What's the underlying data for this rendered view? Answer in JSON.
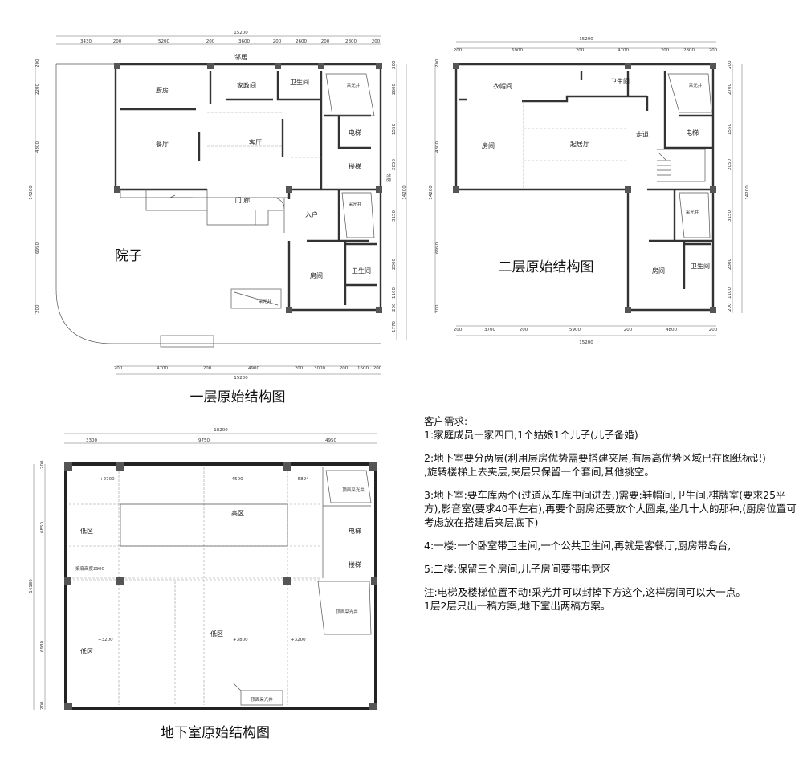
{
  "floor1": {
    "title": "一层原始结构图",
    "yard": "院子",
    "neighbor": "邻居",
    "rooms": [
      "厨房",
      "家政间",
      "卫生间",
      "采光井",
      "电梯",
      "餐厅",
      "客厅",
      "楼梯",
      "门 廊",
      "入户",
      "采光井",
      "房间",
      "卫生间",
      "采光井"
    ],
    "side_label": "邻居",
    "dims_top": [
      "3430",
      "200",
      "5200",
      "200",
      "3600",
      "200",
      "2600",
      "200",
      "2800",
      "200"
    ],
    "dims_top_total": "15200",
    "dims_bottom": [
      "200",
      "4700",
      "200",
      "4900",
      "200",
      "3000",
      "200",
      "1600",
      "200"
    ],
    "dims_bottom_total": "15200",
    "dims_left": [
      "200",
      "2200",
      "4300",
      "6950",
      "200"
    ],
    "dims_left_total": "14200",
    "dims_right": [
      "200",
      "2600",
      "1550",
      "2050",
      "3150",
      "2300",
      "1100",
      "200",
      "1770"
    ],
    "dims_right_total": "14200"
  },
  "floor2": {
    "title": "二层原始结构图",
    "rooms": [
      "衣帽间",
      "卫生间",
      "采光井",
      "电梯",
      "走道",
      "房间",
      "起居厅",
      "采光井",
      "房间",
      "卫生间"
    ],
    "dims_top": [
      "200",
      "6900",
      "200",
      "4700",
      "200",
      "2800",
      "200"
    ],
    "dims_top_total": "15200",
    "dims_bottom": [
      "200",
      "3700",
      "200",
      "5900",
      "200",
      "4800",
      "200"
    ],
    "dims_bottom_total": "15200",
    "dims_left": [
      "200",
      "4300",
      "6950",
      "200"
    ],
    "dims_left_total": "14200",
    "dims_right": [
      "200",
      "2700",
      "1550",
      "2050",
      "3150",
      "2300",
      "1100",
      "200"
    ],
    "dims_right_total": "14200"
  },
  "basement": {
    "title": "地下室原始结构图",
    "rooms": [
      "顶面采光井",
      "高区",
      "低区",
      "电梯",
      "楼梯",
      "低区",
      "顶面采光井",
      "低区",
      "顶面采光井"
    ],
    "beam_label": "梁底高度2900",
    "levels": [
      "+2700",
      "+4500",
      "+5894",
      "+3200",
      "+3800",
      "+3200"
    ],
    "dims_top": [
      "3300",
      "9750",
      "4950"
    ],
    "dims_top_total": "18200",
    "dims_left": [
      "200",
      "6850",
      "6930",
      "200"
    ],
    "dims_left_total": "14180"
  },
  "notes": {
    "heading": "客户需求:",
    "items": [
      "1:家庭成员一家四口,1个姑娘1个儿子(儿子备婚)",
      "2:地下室要分两层(利用层房优势需要搭建夹层,有层高优势区域已在图纸标识)",
      ",旋转楼梯上去夹层,夹层只保留一个套间,其他挑空。",
      "3:地下室:要车库两个(过道从车库中间进去,)需要:鞋帽间,卫生间,棋牌室(要求25平方),影音室(要求40平左右),再要个厨房还要放个大圆桌,坐几十人的那种,(厨房位置可考虑放在搭建后夹层底下)",
      "4:一楼:一个卧室带卫生间,一个公共卫生间,再就是客餐厅,厨房带岛台,",
      "5:二楼:保留三个房间,儿子房间要带电竞区",
      "注:电梯及楼梯位置不动!采光井可以封掉下方这个,这样房间可以大一点。",
      "1层2层只出一稿方案,地下室出两稿方案。"
    ]
  }
}
